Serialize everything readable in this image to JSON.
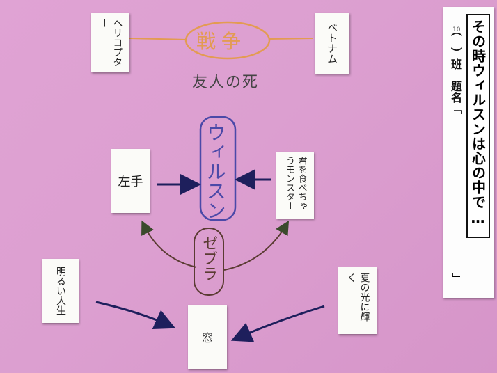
{
  "banner": {
    "title": "その時ウィルスンは心の中で…",
    "class_label": "（　）班　題名「",
    "class_num": "10",
    "closing": "」"
  },
  "nodes": {
    "war": "戦争",
    "death": "友人の死",
    "helicopter": "ヘリコプター",
    "vietnam": "ベトナム",
    "wilson": "ウィルスン",
    "left_hand": "左手",
    "monster": "君を食べちゃうモンスター",
    "zebra": "ゼブラ",
    "bright_life": "明るい人生",
    "window": "窓",
    "summer_light": "夏の光に輝く"
  },
  "colors": {
    "war_ink": "#e39b52",
    "wilson_ink": "#4b49a8",
    "arrow_ink": "#1e1f5c",
    "zebra_ink": "#5a3b32",
    "zebra_arrow": "#3b4a2c"
  }
}
